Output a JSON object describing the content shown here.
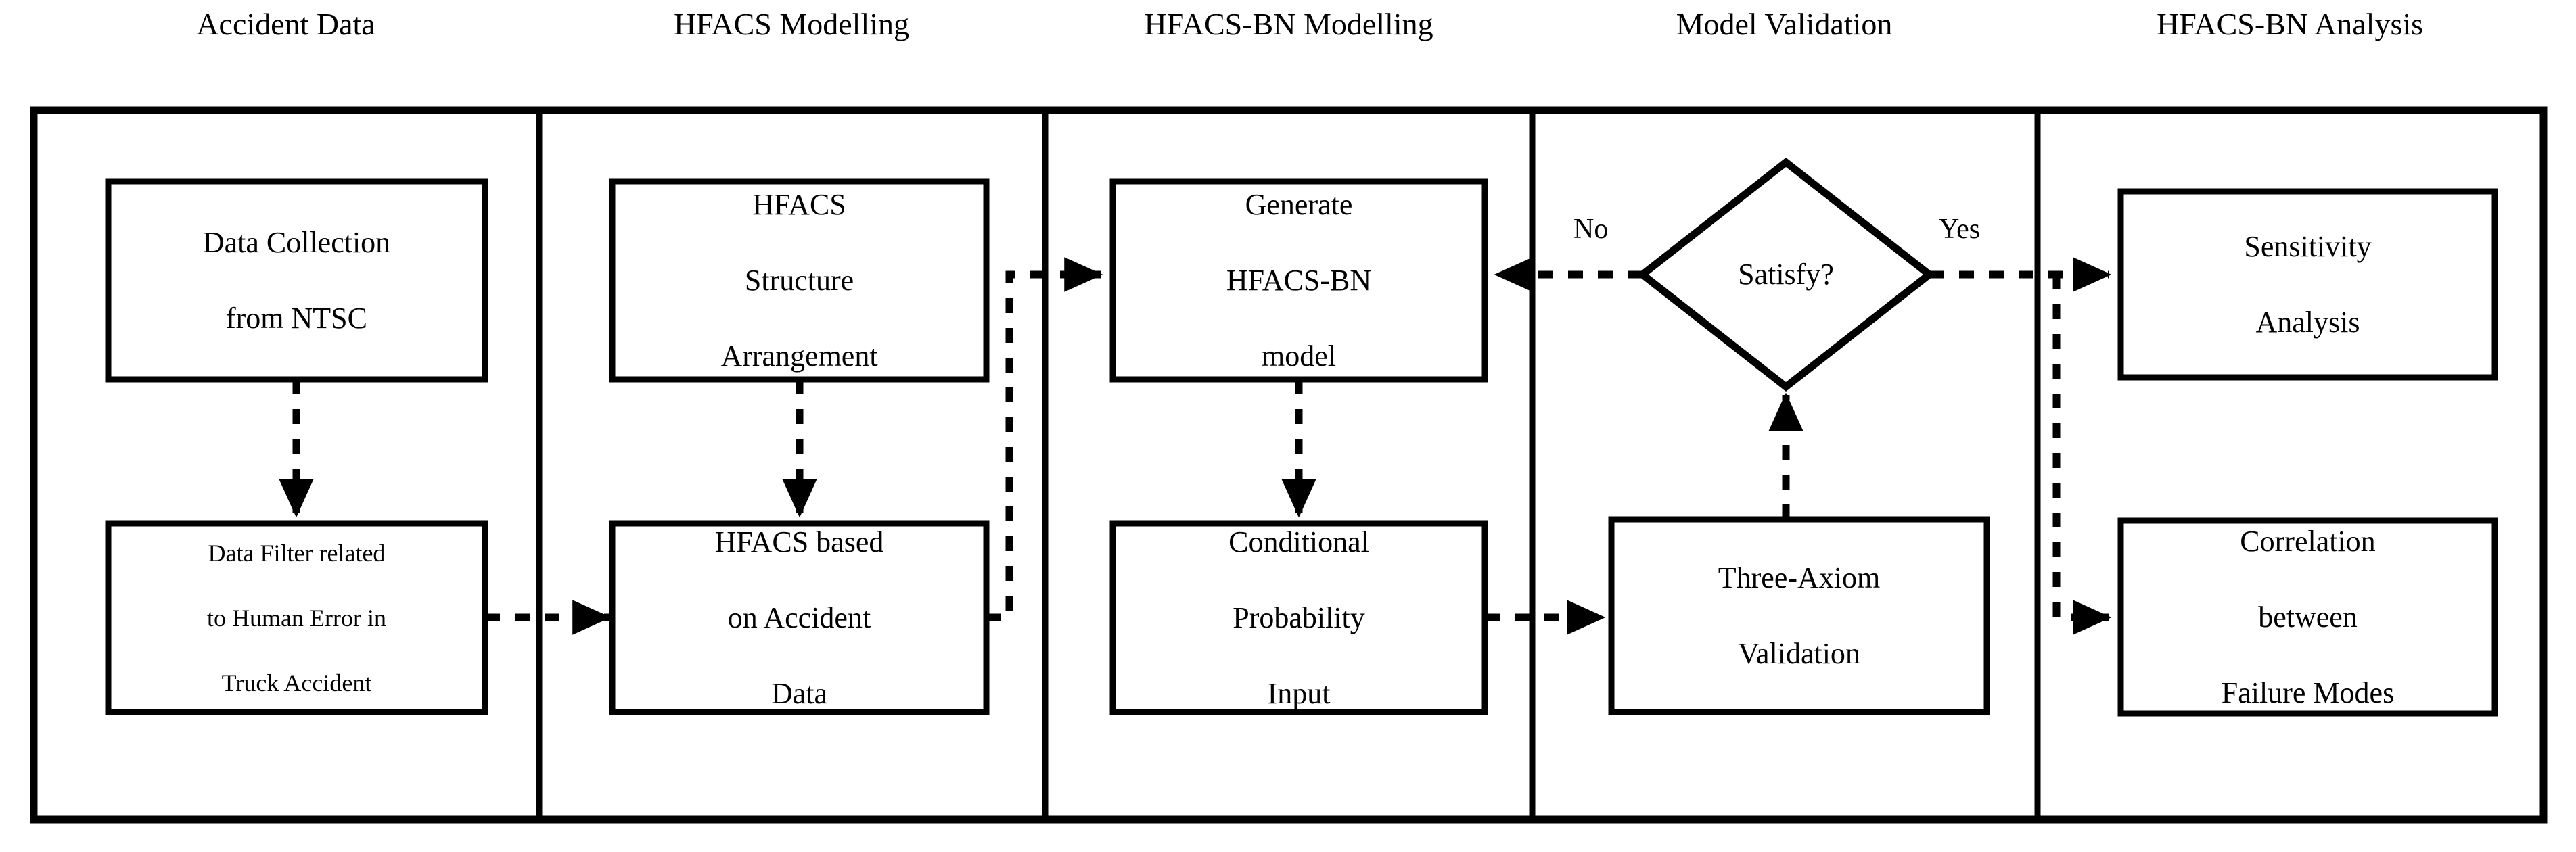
{
  "diagram": {
    "title": "HFACS-BN methodology flowchart",
    "background_color": "#ffffff",
    "line_color": "#000000",
    "phases": [
      {
        "id": "accident-data",
        "label": "Accident Data"
      },
      {
        "id": "hfacs-modelling",
        "label": "HFACS Modelling"
      },
      {
        "id": "hfacs-bn-modelling",
        "label": "HFACS-BN Modelling"
      },
      {
        "id": "model-validation",
        "label": "Model Validation"
      },
      {
        "id": "hfacs-bn-analysis",
        "label": "HFACS-BN Analysis"
      }
    ],
    "nodes": [
      {
        "id": "data-collection",
        "shape": "process",
        "lines": [
          "Data Collection",
          "from NTSC"
        ]
      },
      {
        "id": "data-filter",
        "shape": "process",
        "lines": [
          "Data Filter related",
          "to Human Error in",
          "Truck Accident"
        ]
      },
      {
        "id": "hfacs-structure",
        "shape": "process",
        "lines": [
          "HFACS",
          "Structure",
          "Arrangement"
        ]
      },
      {
        "id": "hfacs-accident-data",
        "shape": "process",
        "lines": [
          "HFACS based",
          "on Accident",
          "Data"
        ]
      },
      {
        "id": "generate-hfacs-bn",
        "shape": "process",
        "lines": [
          "Generate",
          "HFACS-BN",
          "model"
        ]
      },
      {
        "id": "conditional-probability",
        "shape": "process",
        "lines": [
          "Conditional",
          "Probability",
          "Input"
        ]
      },
      {
        "id": "satisfy",
        "shape": "decision",
        "lines": [
          "Satisfy?"
        ]
      },
      {
        "id": "three-axiom",
        "shape": "process",
        "lines": [
          "Three-Axiom",
          "Validation"
        ]
      },
      {
        "id": "sensitivity",
        "shape": "process",
        "lines": [
          "Sensitivity",
          "Analysis"
        ]
      },
      {
        "id": "correlation",
        "shape": "process",
        "lines": [
          "Correlation",
          "between",
          "Failure Modes"
        ]
      }
    ],
    "edge_labels": [
      {
        "id": "no-label",
        "label": "No"
      },
      {
        "id": "yes-label",
        "label": "Yes"
      }
    ]
  }
}
